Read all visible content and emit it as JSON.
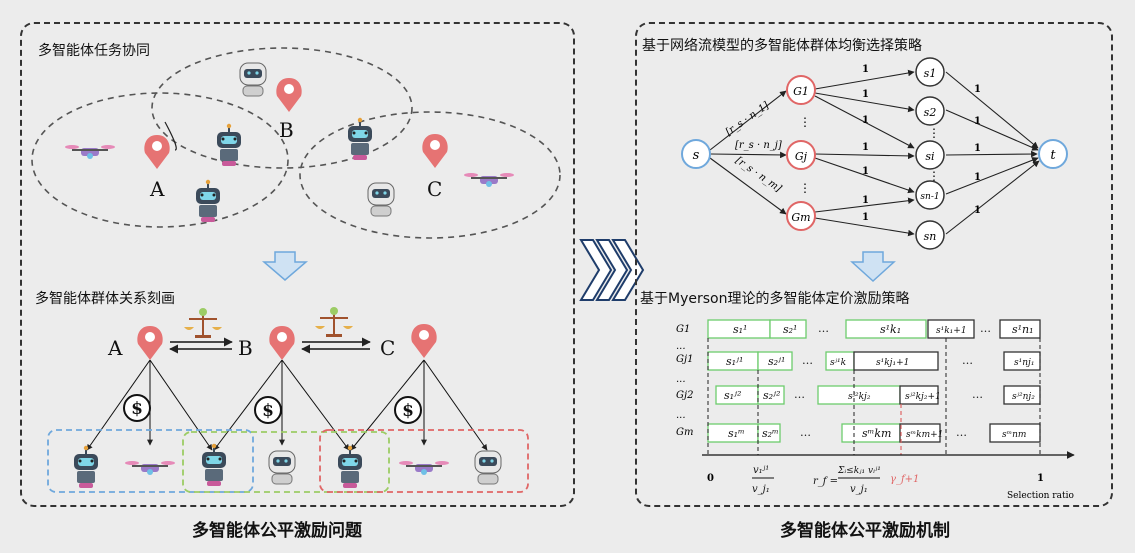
{
  "left": {
    "title_task": "多智能体任务协同",
    "title_relation": "多智能体群体关系刻画",
    "caption": "多智能体公平激励问题",
    "points": [
      "A",
      "B",
      "C"
    ],
    "dollar": "$"
  },
  "right": {
    "title_flow": "基于网络流模型的多智能体群体均衡选择策略",
    "title_price": "基于Myerson理论的多智能体定价激励策略",
    "caption": "多智能体公平激励机制",
    "flow": {
      "source": "s",
      "sink": "t",
      "groups": [
        "G1",
        "Gj",
        "Gm"
      ],
      "agents": [
        "s1",
        "s2",
        "si",
        "sn-1",
        "sn"
      ],
      "cap_labels": [
        "[r_s · n_1]",
        "[r_s · n_j]",
        "[r_s · n_m]"
      ],
      "edge_one": "1",
      "dots": "⋮"
    },
    "price": {
      "rows": [
        "G1",
        "...",
        "Gj1",
        "...",
        "Gj2",
        "...",
        "Gm"
      ],
      "x_zero": "0",
      "x_one": "1",
      "x_label": "Selection ratio",
      "ellipsis": "…"
    }
  },
  "colors": {
    "group_node": "#e06666",
    "agent_node": "#333333",
    "source_node": "#6fa8dc",
    "green_box": "#6dcc6d",
    "red_dash": "#e06666",
    "blue_dash": "#6fa8dc",
    "arrow_fill": "#cfe2f3"
  }
}
